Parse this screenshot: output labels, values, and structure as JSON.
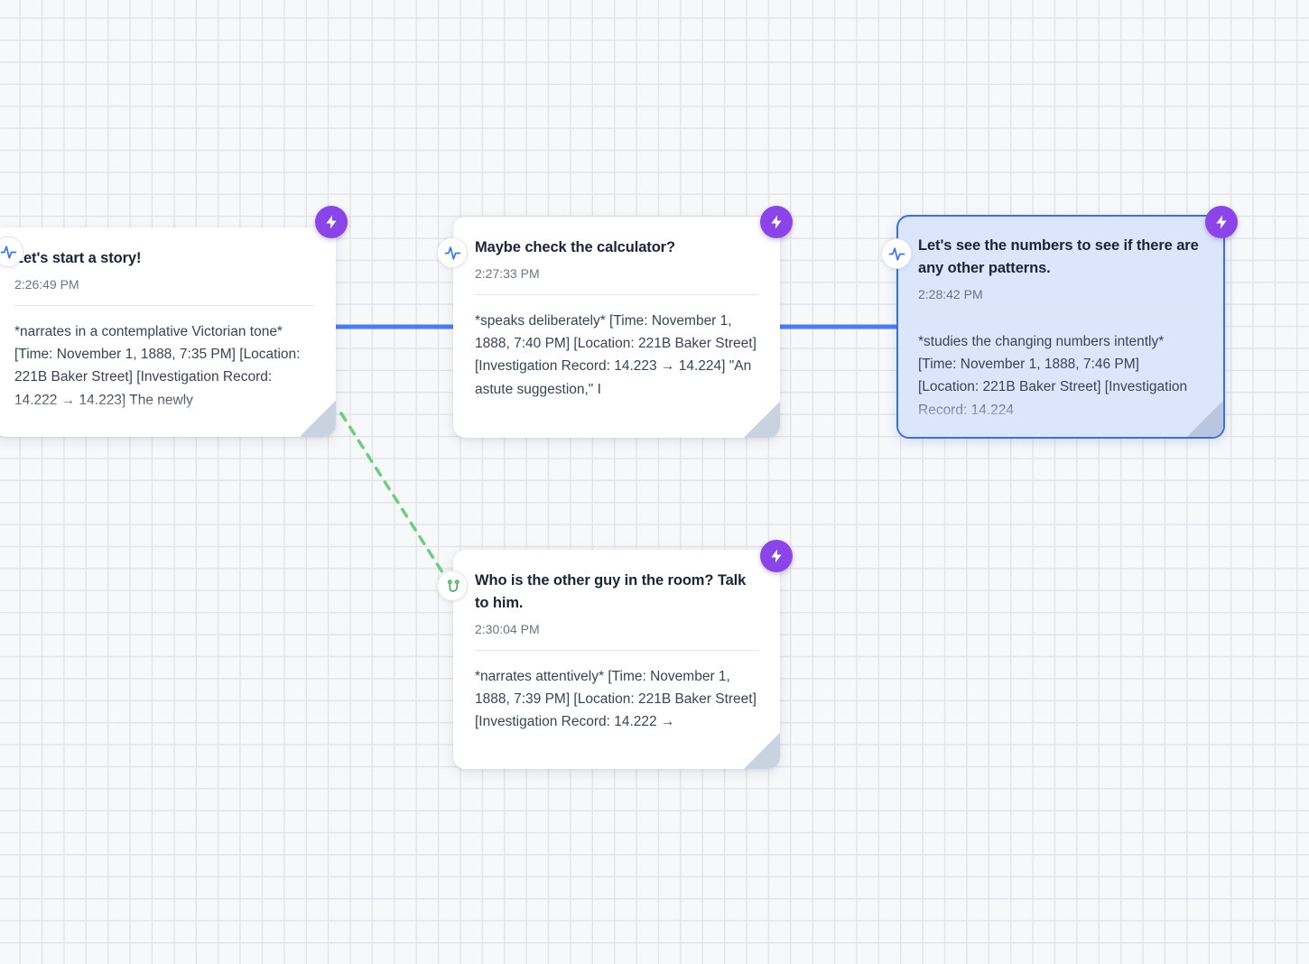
{
  "canvas": {
    "background_color": "#f7f8fa",
    "grid_color": "#e3e5e9",
    "accent_purple": "#8b44e8",
    "edge_blue": "#4a7ef0",
    "edge_green": "#6ece7f",
    "selected_border": "#3b6fe0",
    "selected_fill": "#dbe6fd"
  },
  "nodes": [
    {
      "id": "node-1",
      "icon": "activity-pulse-icon",
      "badge_icon": "lightning-bolt-icon",
      "title": "Let's start a story!",
      "time": "2:26:49 PM",
      "body": "*narrates in a contemplative Victorian tone* [Time: November 1, 1888, 7:35 PM] [Location: 221B Baker Street] [Investigation Record: 14.222 → 14.223] The newly",
      "selected": false
    },
    {
      "id": "node-2",
      "icon": "activity-pulse-icon",
      "badge_icon": "lightning-bolt-icon",
      "title": "Maybe check the calculator?",
      "time": "2:27:33 PM",
      "body": "*speaks deliberately* [Time: November 1, 1888, 7:40 PM] [Location: 221B Baker Street] [Investigation Record: 14.223 → 14.224] \"An astute suggestion,\" I",
      "selected": false
    },
    {
      "id": "node-3",
      "icon": "activity-pulse-icon",
      "badge_icon": "lightning-bolt-icon",
      "title": "Let's see the numbers to see if there are any other patterns.",
      "time": "2:28:42 PM",
      "body": "*studies the changing numbers intently* [Time: November 1, 1888, 7:46 PM] [Location: 221B Baker Street] [Investigation Record: 14.224",
      "selected": true
    },
    {
      "id": "node-4",
      "icon": "git-branch-icon",
      "badge_icon": "lightning-bolt-icon",
      "title": "Who is the other guy in the room? Talk to him.",
      "time": "2:30:04 PM",
      "body": "*narrates attentively* [Time: November 1, 1888, 7:39 PM] [Location: 221B Baker Street] [Investigation Record: 14.222 →",
      "selected": false
    }
  ],
  "edges": [
    {
      "id": "edge-1-2",
      "from": "node-1",
      "to": "node-2",
      "style": "solid",
      "color": "#4a7ef0"
    },
    {
      "id": "edge-2-3",
      "from": "node-2",
      "to": "node-3",
      "style": "solid",
      "color": "#4a7ef0"
    },
    {
      "id": "edge-1-4",
      "from": "node-1",
      "to": "node-4",
      "style": "dashed",
      "color": "#6ece7f"
    }
  ]
}
